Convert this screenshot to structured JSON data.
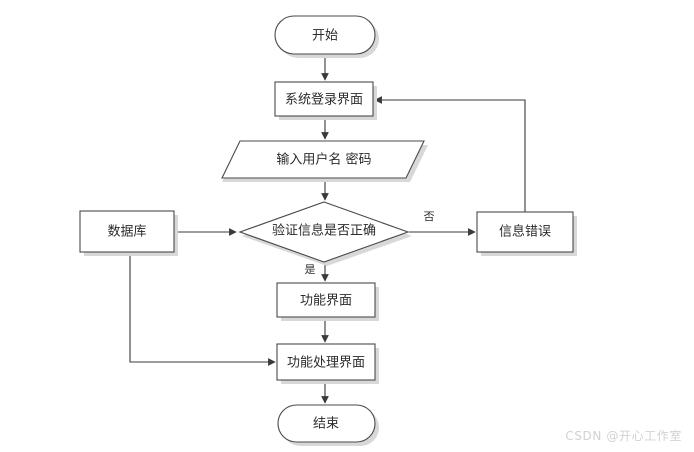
{
  "diagram": {
    "title": "",
    "background_color": "#ffffff",
    "stroke_color": "#4a4a4a",
    "connector_color": "#3a3a3a",
    "shadow_color": "#d8d8d8",
    "text_color": "#2b2b2b",
    "nodes": [
      {
        "id": "start",
        "shape": "rounded-terminal",
        "label": "开始"
      },
      {
        "id": "login-screen",
        "shape": "rectangle",
        "label": "系统登录界面"
      },
      {
        "id": "input-data",
        "shape": "parallelogram",
        "label": "输入用户名 密码"
      },
      {
        "id": "verify",
        "shape": "diamond",
        "label": "验证信息是否正确"
      },
      {
        "id": "database",
        "shape": "rectangle",
        "label": "数据库"
      },
      {
        "id": "info-error",
        "shape": "rectangle",
        "label": "信息错误"
      },
      {
        "id": "function-ui",
        "shape": "rectangle",
        "label": "功能界面"
      },
      {
        "id": "function-process-ui",
        "shape": "rectangle",
        "label": "功能处理界面"
      },
      {
        "id": "end",
        "shape": "rounded-terminal",
        "label": "结束"
      }
    ],
    "edge_labels": {
      "no": "否",
      "yes": "是"
    }
  },
  "watermark": {
    "text": "CSDN @开心工作室"
  }
}
